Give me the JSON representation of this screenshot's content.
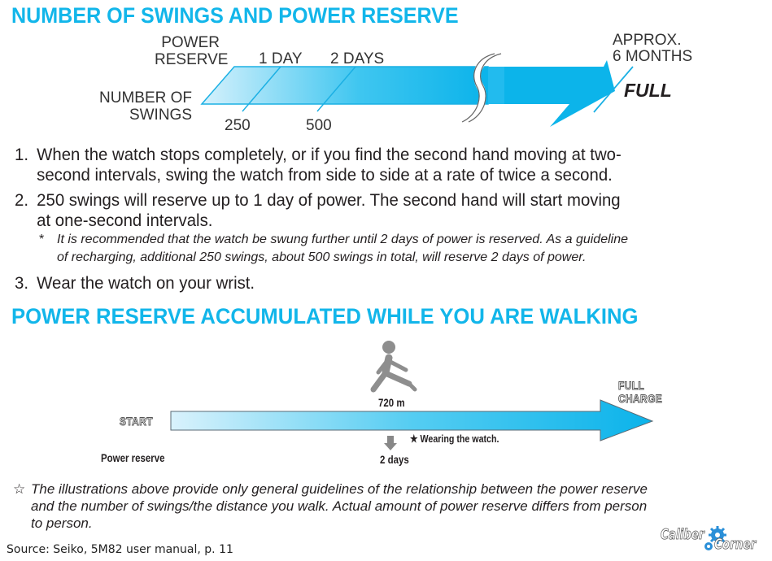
{
  "section1": {
    "title": "NUMBER OF SWINGS AND POWER RESERVE",
    "diagram": {
      "power_reserve_label": [
        "POWER",
        "RESERVE"
      ],
      "swings_label": [
        "NUMBER OF",
        "SWINGS"
      ],
      "markers": [
        {
          "reserve": "1 DAY",
          "swings": "250"
        },
        {
          "reserve": "2 DAYS",
          "swings": "500"
        }
      ],
      "end_label": [
        "APPROX.",
        "6 MONTHS"
      ],
      "full_label": "FULL",
      "colors": {
        "light": "#cdeefb",
        "dark": "#0fb5ea",
        "outline": "#1bb0e4"
      }
    },
    "steps": [
      {
        "num": "1.",
        "lines": [
          "When the watch stops completely, or if you find the second hand moving at two-",
          "second intervals, swing the watch from side to side at a rate of twice a second."
        ]
      },
      {
        "num": "2.",
        "lines": [
          "250 swings will reserve up to 1 day of power.  The second hand will start moving",
          "at one-second intervals."
        ]
      },
      {
        "num": "3.",
        "lines": [
          "Wear the watch on your wrist."
        ]
      }
    ],
    "note": {
      "mark": "*",
      "lines": [
        "It is recommended that the watch be swung further until 2 days of power is reserved.  As a guideline",
        "of recharging, additional 250 swings, about 500 swings in total, will reserve 2 days of power."
      ]
    }
  },
  "section2": {
    "title": "POWER RESERVE ACCUMULATED WHILE YOU ARE WALKING",
    "diagram": {
      "start_label": "START",
      "end_label": [
        "FULL",
        "CHARGE"
      ],
      "distance_label": "720 m",
      "reserve_value": "2 days",
      "row_label": "Power reserve",
      "wearing_note": "★ Wearing the watch.",
      "icons": [
        "walking-person-icon",
        "down-arrow-icon"
      ]
    }
  },
  "disclaimer": {
    "mark": "☆",
    "lines": [
      "The illustrations above provide only general guidelines of the relationship between the power reserve",
      "and the number of swings/the distance you walk.  Actual amount of power reserve differs from person",
      "to person."
    ]
  },
  "footer": {
    "source": "Source: Seiko, 5M82 user manual, p. 11",
    "logo": {
      "part1": "Caliber",
      "part2": "Corner",
      "icon": "gear-icon"
    }
  }
}
